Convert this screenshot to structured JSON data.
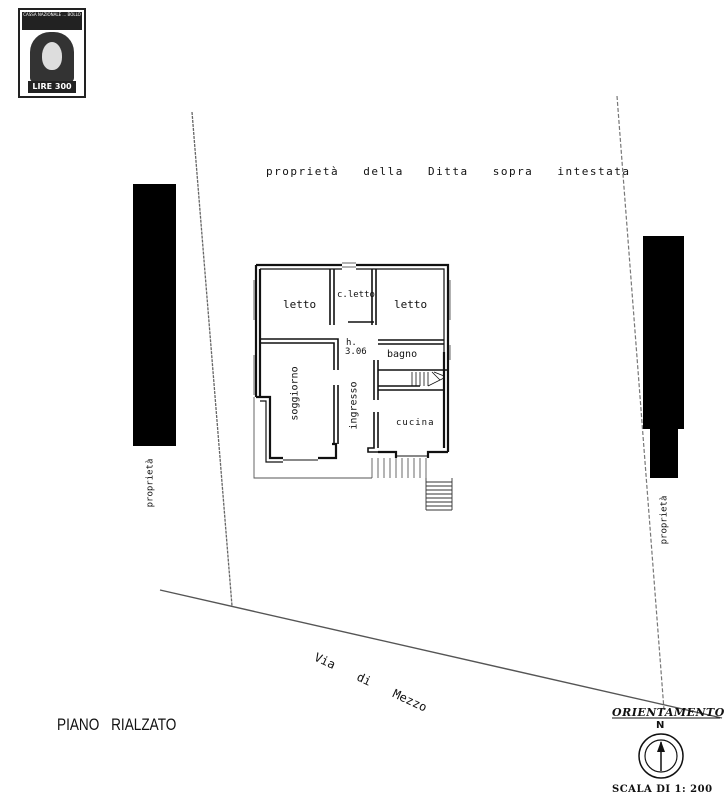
{
  "document": {
    "type": "floor-plan",
    "stamp": {
      "header": "CASSA NAZIONALE ... BOLLO",
      "value": "LIRE 300"
    },
    "top_label": "proprietà della Ditta sopra intestata",
    "left_label": "proprietà",
    "right_label": "proprietà",
    "street_label": "Via di Mezzo",
    "floor_title": "PIANO RIALZATO",
    "orientation": {
      "title": "ORIENTAMENTO",
      "north": "N"
    },
    "scale": "SCALA DI 1: 200",
    "rooms": [
      {
        "id": "letto-1",
        "label": "letto"
      },
      {
        "id": "c-letto",
        "label": "c.letto"
      },
      {
        "id": "letto-2",
        "label": "letto"
      },
      {
        "id": "bagno",
        "label": "bagno"
      },
      {
        "id": "soggiorno",
        "label": "soggiorno"
      },
      {
        "id": "ingresso",
        "label": "ingresso"
      },
      {
        "id": "cucina",
        "label": "cucina"
      }
    ],
    "height_note": {
      "prefix": "h.",
      "value": "3.06"
    },
    "redactions": 2
  }
}
